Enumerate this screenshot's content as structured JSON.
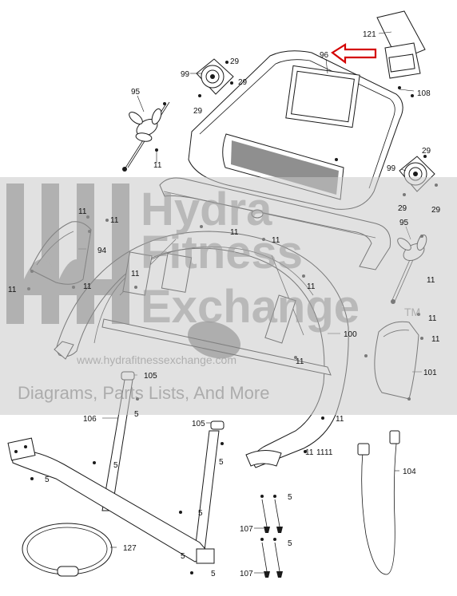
{
  "diagram": {
    "callouts": {
      "c121": "121",
      "c96": "96",
      "c108": "108",
      "c99a": "99",
      "c29a": "29",
      "c29b": "29",
      "c29c": "29",
      "c95a": "95",
      "c11a": "11",
      "c99b": "99",
      "c29d": "29",
      "c29e": "29",
      "c29f": "29",
      "c95b": "95",
      "c11b": "11",
      "c11c": "11",
      "c11d": "11",
      "c94": "94",
      "c11e": "11",
      "c11f": "11",
      "c11g": "11",
      "c11h": "11",
      "c11i": "11",
      "c11j": "11",
      "c11k": "11",
      "c11l": "11",
      "c100": "100",
      "c101": "101",
      "c11m": "11",
      "c11n": "11",
      "c11o": "11",
      "c105a": "105",
      "c105b": "105",
      "c5a": "5",
      "c106": "106",
      "c5b": "5",
      "c5c": "5",
      "c5d": "5",
      "c5e": "5",
      "c11p": "11",
      "c11q": "11",
      "c104": "104",
      "c5f": "5",
      "c5g": "5",
      "c107a": "107",
      "c107b": "107",
      "c127": "127",
      "c5h": "5",
      "c5i": "5"
    },
    "watermark": {
      "line1": "Hydra",
      "line2": "Fitness",
      "line3": "Exchange",
      "tm": "TM",
      "url": "www.hydrafitnessexchange.com",
      "tagline": "Diagrams, Parts Lists, And More"
    },
    "colors": {
      "arrow": "#d40000",
      "watermark_band": "#c8c8c8",
      "watermark_text": "#9a9a9a"
    }
  }
}
